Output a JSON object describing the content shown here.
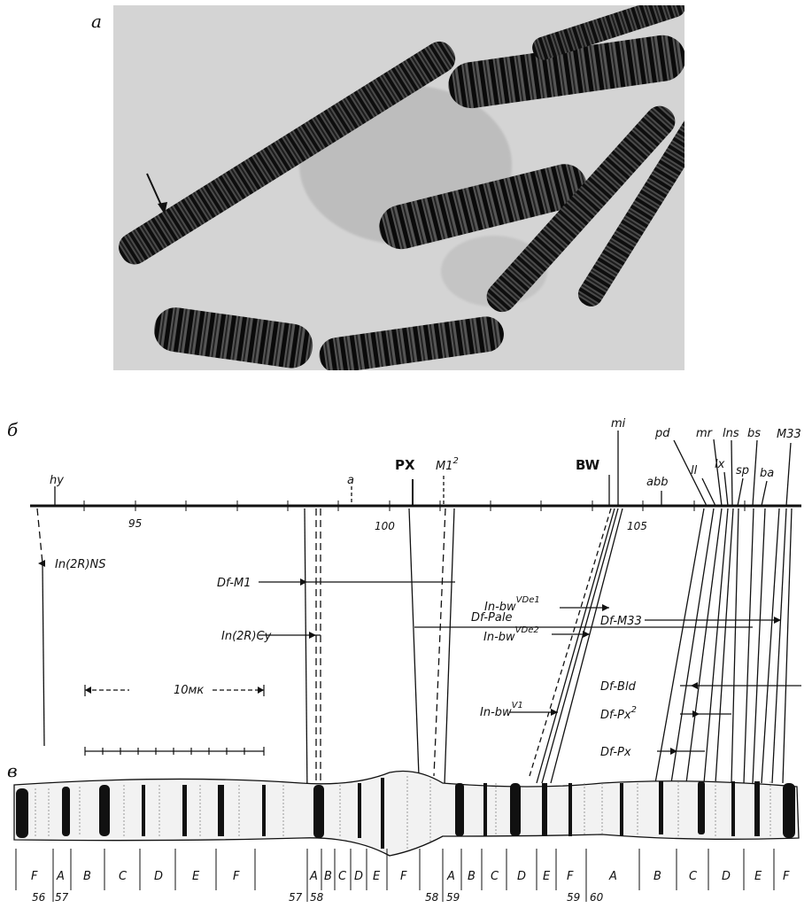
{
  "panels": {
    "a": "а",
    "b": "б",
    "v": "в"
  },
  "genes": [
    {
      "id": "hy",
      "label": "hy"
    },
    {
      "id": "a",
      "label": "a"
    },
    {
      "id": "PX",
      "label": "PX",
      "bold": true
    },
    {
      "id": "M1",
      "label": "M1",
      "sup": "2"
    },
    {
      "id": "BW",
      "label": "BW",
      "bold": true
    },
    {
      "id": "mi",
      "label": "mi"
    },
    {
      "id": "abb",
      "label": "abb"
    },
    {
      "id": "pd",
      "label": "pd"
    },
    {
      "id": "ll",
      "label": "ll"
    },
    {
      "id": "mr",
      "label": "mr"
    },
    {
      "id": "lx",
      "label": "lx"
    },
    {
      "id": "lns",
      "label": "lns"
    },
    {
      "id": "sp",
      "label": "sp"
    },
    {
      "id": "bs",
      "label": "bs"
    },
    {
      "id": "ba",
      "label": "ba"
    },
    {
      "id": "M33",
      "label": "M33"
    }
  ],
  "map_ticks": [
    "95",
    "100",
    "105"
  ],
  "rearrangements": [
    {
      "id": "In2RNS",
      "label": "In(2R)NS"
    },
    {
      "id": "DfM1",
      "label": "Df-M1"
    },
    {
      "id": "In2RCy",
      "label": "In(2R)Cy"
    },
    {
      "id": "InbwVDe1",
      "label": "In-bw",
      "sup": "VDe1"
    },
    {
      "id": "InbwVDe2",
      "label": "In-bw",
      "sup": "VDe2"
    },
    {
      "id": "DfPale",
      "label": "Df-Pale"
    },
    {
      "id": "InbwV1",
      "label": "In-bw",
      "sup": "V1"
    },
    {
      "id": "DfM33",
      "label": "Df-M33"
    },
    {
      "id": "DfBld",
      "label": "Df-Bld"
    },
    {
      "id": "DfPx2",
      "label": "Df-Px",
      "sup": "2"
    },
    {
      "id": "DfPx",
      "label": "Df-Px"
    }
  ],
  "scale_bar": {
    "label": "10мк"
  },
  "subdivisions": [
    "F",
    "A",
    "B",
    "C",
    "D",
    "E",
    "F",
    "A",
    "B",
    "C",
    "D",
    "E",
    "F",
    "A",
    "B",
    "C",
    "D",
    "E",
    "F",
    "A",
    "B",
    "C",
    "D",
    "E",
    "F"
  ],
  "divisions": [
    "56",
    "57",
    "57",
    "58",
    "58",
    "59",
    "59",
    "60"
  ]
}
